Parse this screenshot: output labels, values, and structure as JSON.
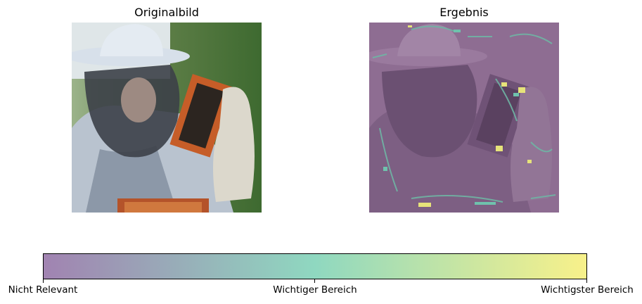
{
  "panels": {
    "left_title": "Originalbild",
    "right_title": "Ergebnis"
  },
  "colorbar": {
    "labels": [
      "Nicht Relevant",
      "Wichtiger Bereich",
      "Wichtigster Bereich"
    ],
    "colors": [
      "#a183b1",
      "#8fd8c0",
      "#f8f18a"
    ]
  }
}
